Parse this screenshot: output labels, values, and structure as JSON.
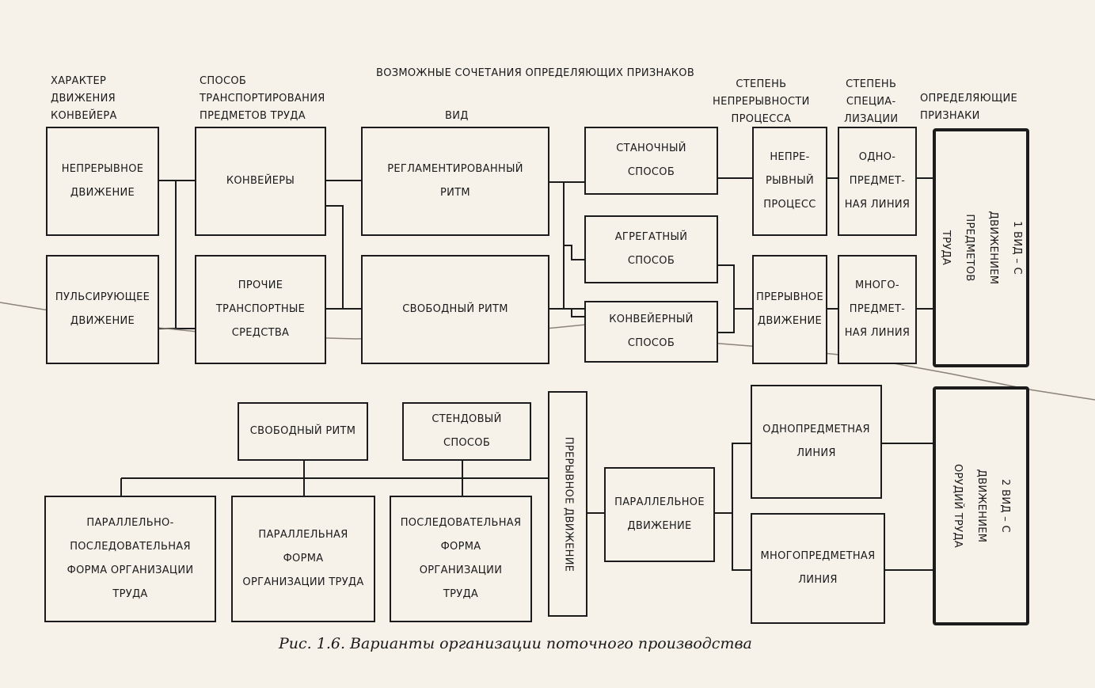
{
  "headers": {
    "combinations": "ВОЗМОЖНЫЕ СОЧЕТАНИЯ ОПРЕДЕЛЯЮЩИХ ПРИЗНАКОВ",
    "conveyor_motion": "ХАРАКТЕР\nДВИЖЕНИЯ\nКОНВЕЙЕРА",
    "transport_method": "СПОСОБ\nТРАНСПОРТИРОВАНИЯ\nПРЕДМЕТОВ ТРУДА",
    "kind": "ВИД",
    "continuity": "СТЕПЕНЬ\nНЕПРЕРЫВНОСТИ\nПРОЦЕССА",
    "specialization": "СТЕПЕНЬ\nСПЕЦИА-\nЛИЗАЦИИ",
    "defining": "ОПРЕДЕЛЯЮЩИЕ\nПРИЗНАКИ"
  },
  "top": {
    "continuous_motion": "НЕПРЕРЫВНОЕ\nДВИЖЕНИЕ",
    "pulsing_motion": "ПУЛЬСИРУЮЩЕЕ\nДВИЖЕНИЕ",
    "conveyors": "КОНВЕЙЕРЫ",
    "other_transport": "ПРОЧИЕ\nТРАНСПОРТНЫЕ\nСРЕДСТВА",
    "regulated_rhythm": "РЕГЛАМЕНТИРОВАННЫЙ\nРИТМ",
    "free_rhythm": "СВОБОДНЫЙ РИТМ",
    "machine_method": "СТАНОЧНЫЙ\nСПОСОБ",
    "aggregate_method": "АГРЕГАТНЫЙ\nСПОСОБ",
    "conveyor_method": "КОНВЕЙЕРНЫЙ\nСПОСОБ",
    "continuous_process": "НЕПРЕ-\nРЫВНЫЙ\nПРОЦЕСС",
    "discontinuous_motion": "ПРЕРЫВНОЕ\nДВИЖЕНИЕ",
    "single_subject_line": "ОДНО-\nПРЕДМЕТ-\nНАЯ ЛИНИЯ",
    "multi_subject_line": "МНОГО-\nПРЕДМЕТ-\nНАЯ ЛИНИЯ",
    "kind1": "1 ВИД – С ДВИЖЕНИЕМ\nПРЕДМЕТОВ ТРУДА"
  },
  "bottom": {
    "free_rhythm": "СВОБОДНЫЙ РИТМ",
    "stand_method": "СТЕНДОВЫЙ\nСПОСОБ",
    "parallel_sequential": "ПАРАЛЛЕЛЬНО-\nПОСЛЕДОВАТЕЛЬНАЯ\nФОРМА ОРГАНИЗАЦИИ\nТРУДА",
    "parallel_form": "ПАРАЛЛЕЛЬНАЯ\nФОРМА\nОРГАНИЗАЦИИ ТРУДА",
    "sequential_form": "ПОСЛЕДОВАТЕЛЬНАЯ\nФОРМА\nОРГАНИЗАЦИИ\nТРУДА",
    "discontinuous_motion": "ПРЕРЫВНОЕ ДВИЖЕНИЕ",
    "parallel_motion": "ПАРАЛЛЕЛЬНОЕ\nДВИЖЕНИЕ",
    "single_subject_line": "ОДНОПРЕДМЕТНАЯ\nЛИНИЯ",
    "multi_subject_line": "МНОГОПРЕДМЕТНАЯ\nЛИНИЯ",
    "kind2": "2 ВИД – С ДВИЖЕНИЕМ\nОРУДИЙ ТРУДА"
  },
  "caption": "Рис. 1.6. Варианты организации поточного производства"
}
